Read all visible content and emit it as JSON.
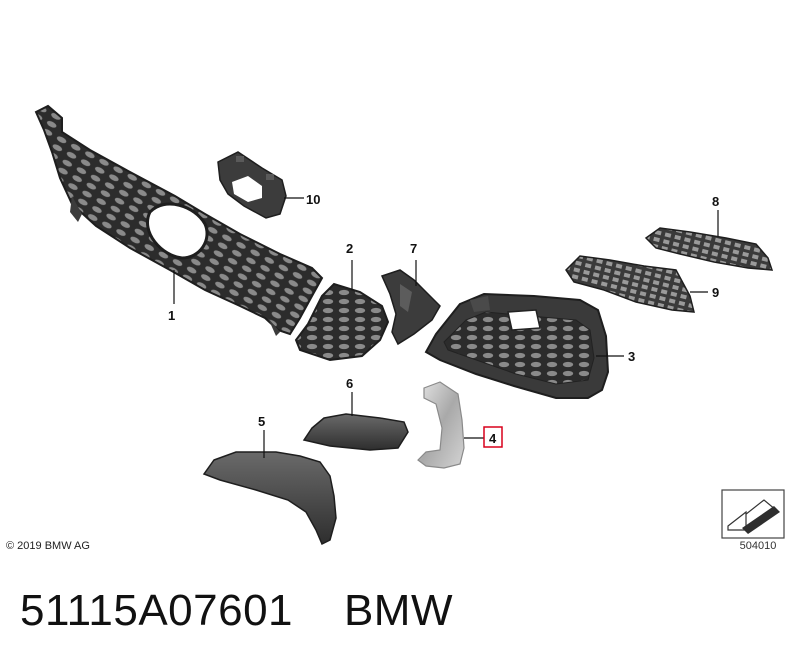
{
  "diagram": {
    "callouts": {
      "c1": "1",
      "c2": "2",
      "c3": "3",
      "c4": "4",
      "c5": "5",
      "c6": "6",
      "c7": "7",
      "c8": "8",
      "c9": "9",
      "c10": "10"
    },
    "highlight_color": "#d9001b",
    "part_color": "#3c3c3c",
    "trim_color": "#b9b9b9"
  },
  "footer": {
    "copyright": "© 2019 BMW AG",
    "figure_code": "504010"
  },
  "caption": {
    "part_number": "51115A07601",
    "brand": "BMW"
  }
}
